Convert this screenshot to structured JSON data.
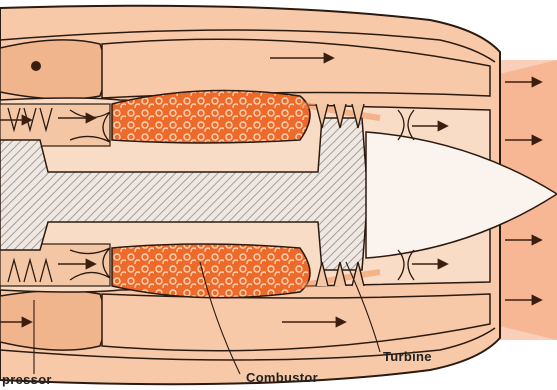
{
  "diagram": {
    "labels": {
      "compressor": "pressor",
      "combustor": "Combustor",
      "turbine": "Turbine"
    },
    "colors": {
      "background": "#ffffff",
      "casing_fill": "#f7c9a8",
      "casing_dark": "#f0b58d",
      "outline": "#2b1a10",
      "combustor_fill": "#ee6a2a",
      "combustor_dot": "#f9d4b6",
      "shaft_fill": "#efe7e1",
      "hatch": "#a89d97",
      "exhaust": "#f6a880",
      "flame": "#f28a50",
      "arrow": "#3a1e10"
    }
  }
}
